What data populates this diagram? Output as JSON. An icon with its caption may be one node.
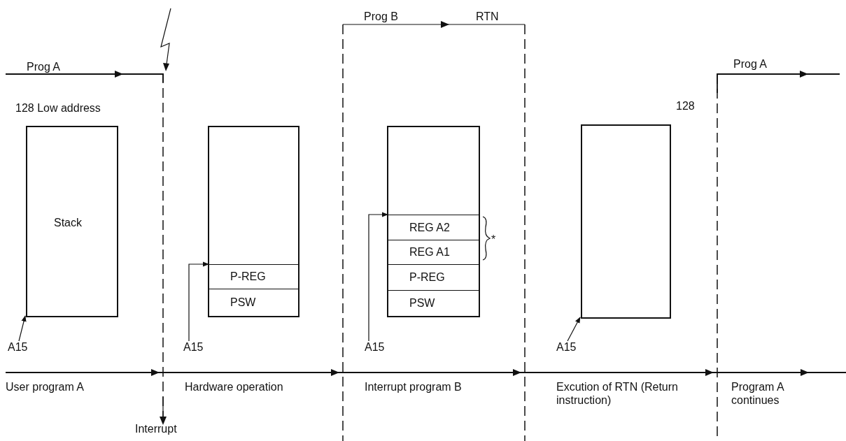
{
  "diagram": {
    "nodes": [
      {
        "text": [
          "Stack"
        ],
        "beside": [
          "128 Low address"
        ]
      },
      {
        "text": [
          "A15"
        ]
      },
      {
        "text": [],
        "shape": "box"
      },
      {
        "text": [
          "P-REG"
        ],
        "in": 2
      },
      {
        "text": [
          "PSW"
        ],
        "in": 2
      },
      {
        "text": [
          "A15"
        ]
      },
      {
        "text": [],
        "shape": "box"
      },
      {
        "text": [
          "REG A2"
        ],
        "in": 6
      },
      {
        "text": [
          "REG A1"
        ],
        "in": 6
      },
      {
        "text": [
          "P-REG"
        ],
        "in": 6
      },
      {
        "text": [
          "PSW"
        ],
        "in": 6
      },
      {
        "text": [
          "A15"
        ]
      },
      {
        "text": [],
        "shape": "box",
        "beside": [
          "128"
        ]
      },
      {
        "text": [
          "A15"
        ]
      }
    ],
    "edges": [
      {
        "from": 1,
        "to": 0,
        "arrow": "to"
      },
      {
        "from": 5,
        "to": 3,
        "arrow": "to"
      },
      {
        "from": 11,
        "to": 7,
        "arrow": "to"
      },
      {
        "from": 13,
        "to": 12,
        "arrow": "to"
      }
    ],
    "labels": [
      "Prog B",
      "RTN",
      "Prog A",
      "Prog A",
      "*",
      "User program A",
      "Hardware operation",
      "Interrupt program B",
      "Excution of RTN (Return instruction)",
      "Program A continues",
      "Interrupt"
    ]
  }
}
